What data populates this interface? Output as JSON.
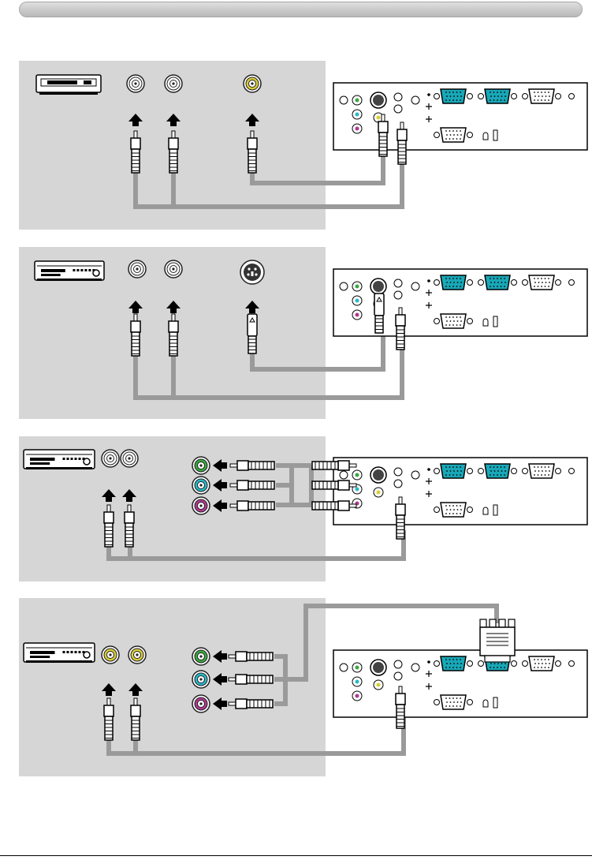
{
  "page": {
    "header_bar": "",
    "colors": {
      "panel_bg": "#d6d6d6",
      "cable": "#9a9a9a",
      "vga_teal": "#18a8b8",
      "jack_yellow": "#d8cc3a",
      "jack_green": "#3aa840",
      "jack_cyan": "#28b8c8",
      "jack_magenta": "#b03890",
      "jack_white": "#ffffff"
    }
  },
  "diagrams": [
    {
      "id": "vcr-composite",
      "source_device": "vcr-icon",
      "source_jacks": [
        "audio-left-jack",
        "audio-right-jack",
        "video-jack"
      ],
      "cables": [
        "audio-rca-cable",
        "audio-rca-cable",
        "composite-video-cable"
      ],
      "projector_ports": [
        "audio-in",
        "video-in"
      ]
    },
    {
      "id": "dvd-svideo",
      "source_device": "dvd-player-icon",
      "source_jacks": [
        "audio-left-jack",
        "audio-right-jack",
        "s-video-jack"
      ],
      "cables": [
        "audio-rca-cable",
        "audio-rca-cable",
        "s-video-cable"
      ],
      "projector_ports": [
        "audio-in",
        "s-video-in"
      ]
    },
    {
      "id": "dvd-component",
      "source_device": "dvd-player-icon",
      "source_jacks": [
        "audio-left-jack",
        "audio-right-jack",
        "component-y-jack",
        "component-cb-jack",
        "component-cr-jack"
      ],
      "cables": [
        "audio-rca-cable",
        "component-video-cable"
      ],
      "projector_ports": [
        "audio-in",
        "component-in"
      ]
    },
    {
      "id": "dvd-component-vga",
      "source_device": "dvd-player-icon",
      "source_jacks": [
        "audio-left-jack",
        "audio-right-jack",
        "component-y-jack",
        "component-cb-jack",
        "component-cr-jack"
      ],
      "cables": [
        "audio-rca-cable",
        "component-to-vga-cable"
      ],
      "projector_ports": [
        "audio-in",
        "rgb-in"
      ]
    }
  ]
}
